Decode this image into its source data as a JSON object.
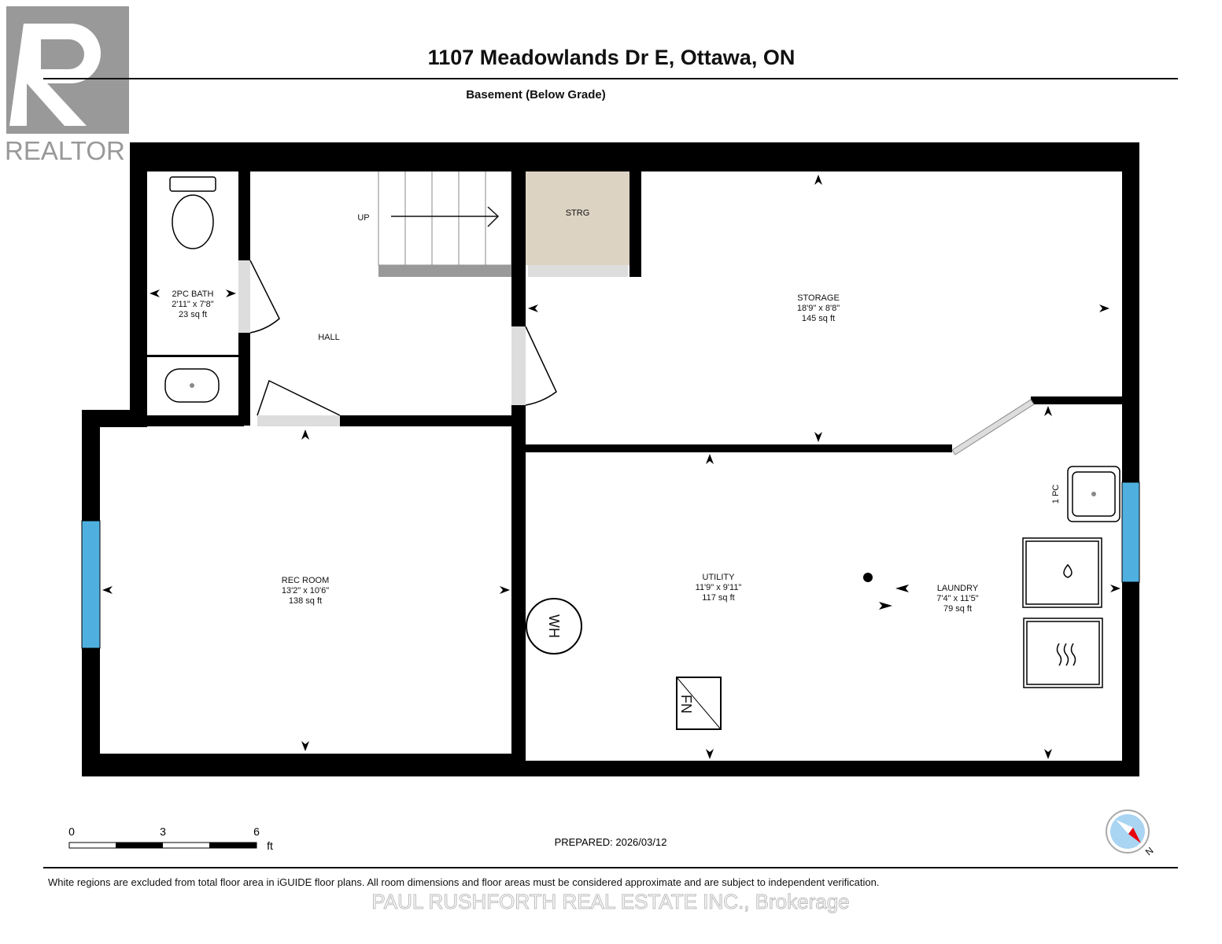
{
  "header": {
    "title": "1107 Meadowlands Dr E, Ottawa, ON",
    "floor": "Basement (Below Grade)"
  },
  "logo": {
    "text": "REALTOR",
    "mark": "R"
  },
  "rooms": [
    {
      "name": "2PC BATH",
      "dims": "2'11\" x 7'8\"",
      "area": "23 sq ft"
    },
    {
      "name": "HALL"
    },
    {
      "name": "STRG"
    },
    {
      "name": "STORAGE",
      "dims": "18'9\" x 8'8\"",
      "area": "145 sq ft"
    },
    {
      "name": "REC ROOM",
      "dims": "13'2\" x 10'6\"",
      "area": "138 sq ft"
    },
    {
      "name": "UTILITY",
      "dims": "11'9\" x 9'11\"",
      "area": "117 sq ft"
    },
    {
      "name": "LAUNDRY",
      "dims": "7'4\" x 11'5\"",
      "area": "79 sq ft"
    }
  ],
  "fixtures": {
    "stairs": "UP",
    "water_heater": "WH",
    "furnace": "FN",
    "sink": "1 PC"
  },
  "scale": {
    "ticks": [
      "0",
      "3",
      "6"
    ],
    "unit": "ft"
  },
  "prepared": "PREPARED: 2026/03/12",
  "compass": {
    "label": "N",
    "colors": {
      "needle": "#e8000b",
      "face": "#a9d4f2"
    }
  },
  "disclaimer": "White regions are excluded from total floor area in iGUIDE floor plans. All room dimensions and floor areas must be considered approximate and are subject to independent verification.",
  "watermark": "PAUL RUSHFORTH REAL ESTATE INC., Brokerage",
  "colors": {
    "wall": "#000000",
    "window": "#4fb0e0",
    "storage_fill": "#ddd3c3",
    "door": "#d9d9d9"
  }
}
